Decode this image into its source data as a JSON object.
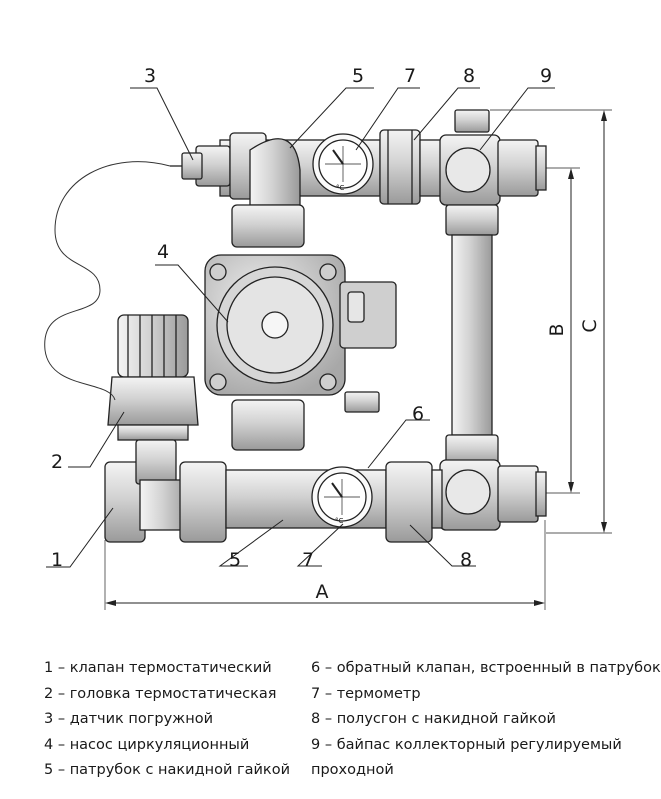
{
  "callouts": [
    {
      "id": "c3",
      "num": "3"
    },
    {
      "id": "c5top",
      "num": "5"
    },
    {
      "id": "c7top",
      "num": "7"
    },
    {
      "id": "c8top",
      "num": "8"
    },
    {
      "id": "c9",
      "num": "9"
    },
    {
      "id": "c4",
      "num": "4"
    },
    {
      "id": "c2",
      "num": "2"
    },
    {
      "id": "c6",
      "num": "6"
    },
    {
      "id": "c1",
      "num": "1"
    },
    {
      "id": "c5bot",
      "num": "5"
    },
    {
      "id": "c7bot",
      "num": "7"
    },
    {
      "id": "c8bot",
      "num": "8"
    }
  ],
  "dimensions": {
    "a": "A",
    "b": "B",
    "c": "C"
  },
  "gauge_unit": "°C",
  "legend": {
    "left": [
      "1 – клапан термостатический",
      "2 – головка термостатическая",
      "3 – датчик погружной",
      "4 – насос циркуляционный",
      "5 – патрубок с накидной гайкой"
    ],
    "right": [
      "6 – обратный клапан, встроенный в патрубок",
      "7 – термометр",
      "8 – полусгон с накидной гайкой",
      "9 – байпас коллекторный регулируемый",
      "проходной"
    ]
  }
}
